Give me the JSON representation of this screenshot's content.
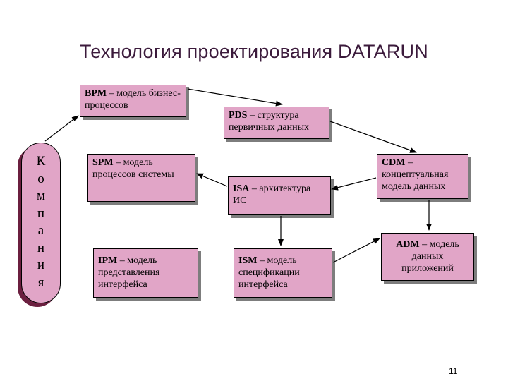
{
  "slide": {
    "title": "Технология проектирования DATARUN",
    "page_number": "11"
  },
  "company": {
    "letters": [
      "К",
      "о",
      "м",
      "п",
      "а",
      "н",
      "и",
      "я"
    ]
  },
  "boxes": {
    "bpm": {
      "code": "BPM",
      "text": " – модель бизнес-процессов"
    },
    "pds": {
      "code": "PDS",
      "text": " – структура первичных данных"
    },
    "spm": {
      "code": "SPM",
      "text": " – модель процессов системы"
    },
    "isa": {
      "code": "ISA",
      "text": " – архитектура ИС"
    },
    "cdm": {
      "code": "CDM",
      "text": " – концептуальная модель данных"
    },
    "ipm": {
      "code": "IPM",
      "text": " – модель представления интерфейса"
    },
    "ism": {
      "code": "ISM",
      "text": " – модель спецификации интерфейса"
    },
    "adm": {
      "code": "ADM",
      "text": " – модель данных приложений"
    }
  },
  "colors": {
    "box_fill": "#e1a5c7",
    "company_shadow": "#6b1f3f",
    "box_shadow": "#7d7d7d",
    "title": "#3b1a3b"
  }
}
